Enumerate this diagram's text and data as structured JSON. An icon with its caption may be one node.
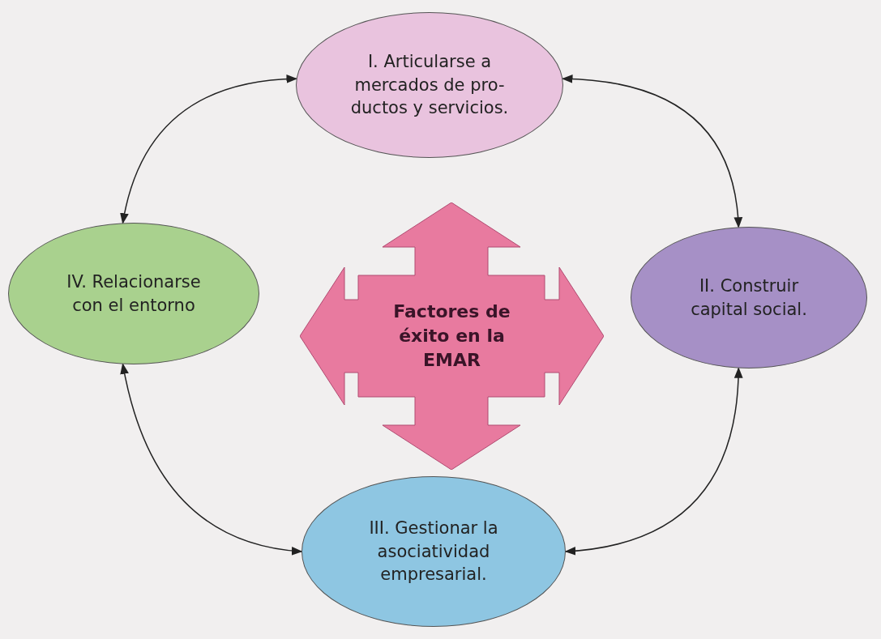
{
  "diagram": {
    "nodes": [
      {
        "text": [
          "I. Articularse a mercados de pro- ductos y servicios."
        ]
      },
      {
        "text": [
          "IV. Relacionarse con el entorno"
        ]
      },
      {
        "text": [
          "Factores de éxito en la EMAR"
        ]
      },
      {
        "text": [
          "II. Construir capital social."
        ]
      },
      {
        "text": [
          "III. Gestionar la asociatividad empresarial."
        ]
      }
    ],
    "edges": [
      {
        "from": 0,
        "to": 3,
        "arrow": "both"
      },
      {
        "from": 3,
        "to": 4,
        "arrow": "both"
      },
      {
        "from": 4,
        "to": 1,
        "arrow": "both"
      },
      {
        "from": 1,
        "to": 0,
        "arrow": "both"
      }
    ]
  }
}
